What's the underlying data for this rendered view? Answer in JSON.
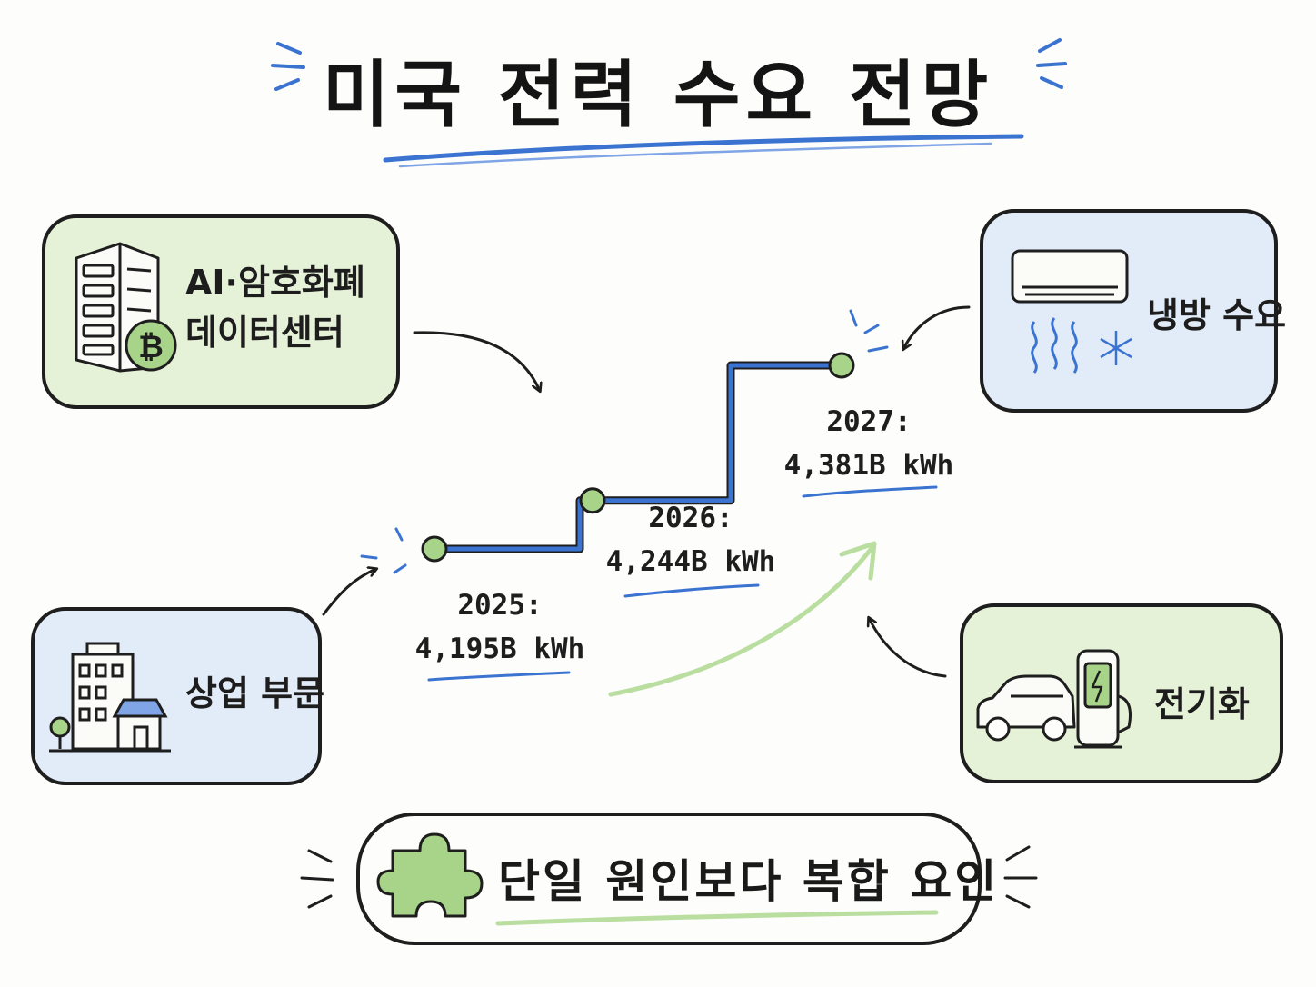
{
  "title": "미국 전력 수요 전망",
  "colors": {
    "ink": "#1e1e1e",
    "blue_line": "#3b73d1",
    "green_point": "#a8d48a",
    "card_green": "#e6f2d8",
    "card_blue": "#e2ecf8",
    "accent_green": "#b9dea0"
  },
  "drivers": [
    {
      "label_line1": "AI·암호화폐",
      "label_line2": "데이터센터",
      "icon": "server-bitcoin-icon"
    },
    {
      "label": "냉방 수요",
      "icon": "air-conditioner-icon"
    },
    {
      "label": "상업 부문",
      "icon": "commercial-building-icon"
    },
    {
      "label": "전기화",
      "icon": "electric-car-charger-icon"
    }
  ],
  "chart_data": {
    "type": "line",
    "style": "step",
    "x": [
      2025,
      2026,
      2027
    ],
    "y": [
      4195,
      4244,
      4381
    ],
    "unit": "B kWh",
    "labels": [
      {
        "year": "2025:",
        "value": "4,195B kWh"
      },
      {
        "year": "2026:",
        "value": "4,244B kWh"
      },
      {
        "year": "2027:",
        "value": "4,381B kWh"
      }
    ]
  },
  "conclusion": {
    "text": "단일 원인보다 복합 요인",
    "icon": "puzzle-piece-icon"
  }
}
